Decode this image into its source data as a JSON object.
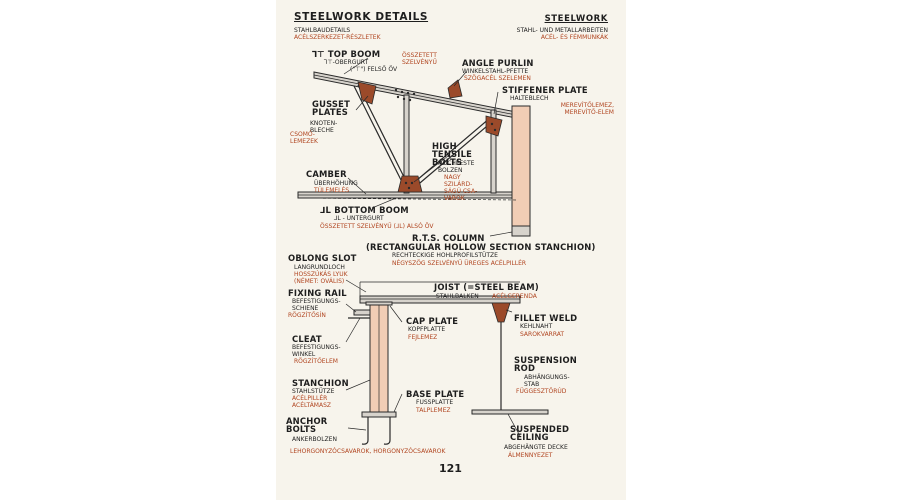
{
  "header": {
    "title_en": "STEELWORK DETAILS",
    "title_de": "STAHLBAUDETAILS",
    "title_hu": "ACÉLSZERKEZET-RÉSZLETEK",
    "right_en": "STEELWORK",
    "right_de": "STAHL- UND METALLARBEITEN",
    "right_hu": "ACÉL- ÉS FÉMMUNKÁK"
  },
  "labels": {
    "top_boom": {
      "en": "⅂⊤ TOP BOOM",
      "de": "⅂⊤-OBERGURT",
      "de2": "(\"⊤\") FELSŐ ÖV",
      "hu": "ÖSSZETETT SZELVÉNYŰ"
    },
    "angle_purlin": {
      "en": "ANGLE PURLIN",
      "de": "WINKELSTAHL-PFETTE",
      "hu": "SZÖGACÉL SZELEMEN"
    },
    "stiffener_plate": {
      "en": "STIFFENER PLATE",
      "de": "HALTEBLECH",
      "hu": "MEREVÍTŐLEMEZ, MEREVÍTŐ-ELEM"
    },
    "gusset_plates": {
      "en": "GUSSET PLATES",
      "de": "KNOTEN-BLECHE",
      "hu": "CSOMÓ-LEMEZEK"
    },
    "hts_bolts": {
      "en": "HIGH TENSILE BOLTS",
      "de": "HOCHFESTE BOLZEN",
      "hu": "NAGY SZILÁRD-SÁGÚ CSA-VAROK"
    },
    "camber": {
      "en": "CAMBER",
      "de": "ÜBERHÖHUNG",
      "hu": "TÚLEMELÉS"
    },
    "bottom_boom": {
      "en": "⅃L BOTTOM BOOM",
      "de": "⅃L - UNTERGURT",
      "hu": "ÖSSZETETT SZELVÉNYŰ (⅃L) ALSÓ ÖV"
    },
    "rts_column": {
      "en": "R.T.S. COLUMN",
      "en2": "(RECTANGULAR HOLLOW SECTION STANCHION)",
      "de": "RECHTECKIGE HOHLPROFILSTÜTZE",
      "hu": "NÉGYSZÖG SZELVÉNYŰ ÜREGES ACÉLPILLÉR"
    },
    "oblong_slot": {
      "en": "OBLONG SLOT",
      "de": "LANGRUNDLOCH",
      "hu": "HOSSZÚKÁS LYUK",
      "hu2": "(NÉMET: OVÁLIS)"
    },
    "fixing_rail": {
      "en": "FIXING RAIL",
      "de": "BEFESTIGUNGS-SCHIENE",
      "hu": "RÖGZÍTŐSÍN"
    },
    "joist": {
      "en": "JOIST (=STEEL BEAM)",
      "de": "STAHLBALKEN",
      "hu": "ACÉLGERENDA"
    },
    "cap_plate": {
      "en": "CAP PLATE",
      "de": "KOPFPLATTE",
      "hu": "FEJLEMEZ"
    },
    "fillet_weld": {
      "en": "FILLET WELD",
      "de": "KEHLNAHT",
      "hu": "SAROKVARRAT"
    },
    "cleat": {
      "en": "CLEAT",
      "de": "BEFESTIGUNGS-WINKEL",
      "hu": "RÖGZÍTŐELEM"
    },
    "suspension_rod": {
      "en": "SUSPENSION ROD",
      "de": "ABHÄNGUNGS-STAB",
      "hu": "FÜGGESZTŐRÚD"
    },
    "stanchion": {
      "en": "STANCHION",
      "de": "STAHLSTÜTZE",
      "hu": "ACÉLPILLÉR",
      "hu2": "ACÉLTÁMASZ"
    },
    "base_plate": {
      "en": "BASE PLATE",
      "de": "FUSSPLATTE",
      "hu": "TALPLEMEZ"
    },
    "anchor_bolts": {
      "en": "ANCHOR BOLTS",
      "de": "ANKERBOLZEN",
      "hu": "LEHORGONYZÓCSAVAROK, HORGONYZÓCSAVAROK"
    },
    "suspended_ceiling": {
      "en": "SUSPENDED CEILING",
      "de": "ABGEHÄNGTE DECKE",
      "hu": "ÁLMENNYEZET"
    }
  },
  "page_number": "121",
  "colors": {
    "hungarian_text": "#b0441f",
    "steel_fill": "#d7d3cc",
    "column_fill": "#f1cdb5",
    "plate_fill": "#9b4a2a",
    "page_bg": "#f7f4ec"
  }
}
